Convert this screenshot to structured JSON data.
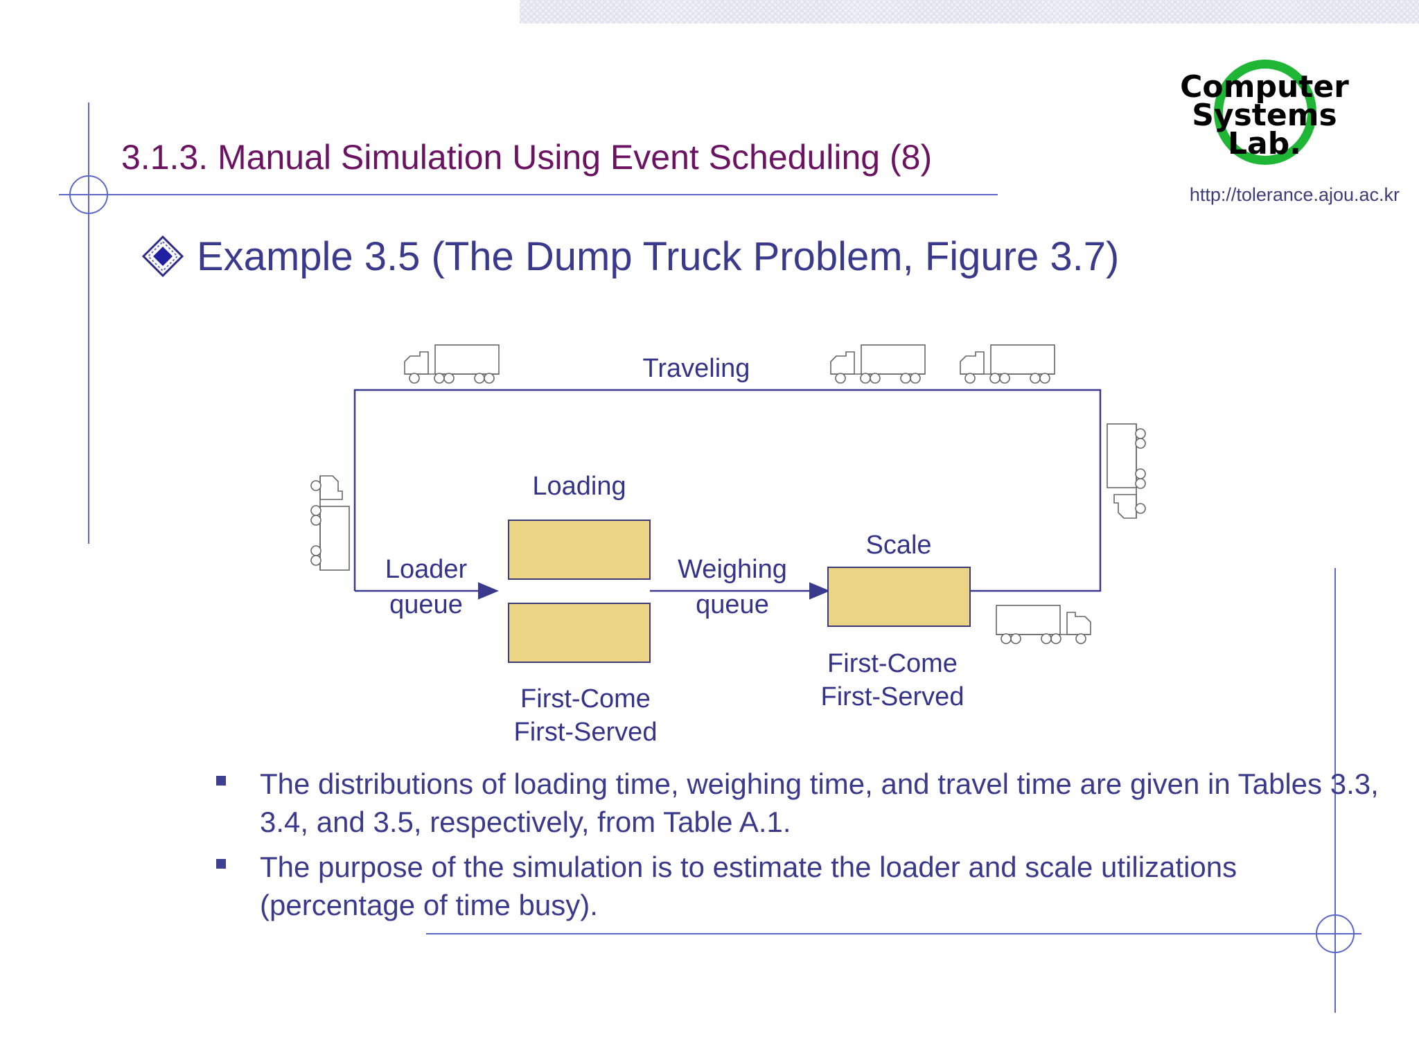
{
  "header": {
    "title": "3.1.3. Manual Simulation Using Event Scheduling (8)",
    "logo_lines": [
      "Computer",
      "Systems",
      "Lab."
    ],
    "url": "http://tolerance.ajou.ac.kr"
  },
  "heading": {
    "text": "Example 3.5 (The Dump Truck Problem, Figure 3.7)"
  },
  "diagram": {
    "traveling_label": "Traveling",
    "loading_label": "Loading",
    "loader_queue_label": [
      "Loader",
      "queue"
    ],
    "weighing_queue_label": [
      "Weighing",
      "queue"
    ],
    "scale_label": "Scale",
    "loader_discipline": [
      "First-Come",
      "First-Served"
    ],
    "scale_discipline": [
      "First-Come",
      "First-Served"
    ],
    "colors": {
      "server_fill": "#ebd584",
      "line": "#3a3a8c"
    },
    "icons": [
      "truck-icon"
    ]
  },
  "bullets": [
    "The distributions of loading time, weighing time, and travel time are given in Tables 3.3, 3.4, and 3.5, respectively, from Table A.1.",
    "The purpose of the simulation is to estimate the loader and scale utilizations (percentage of time busy)."
  ]
}
